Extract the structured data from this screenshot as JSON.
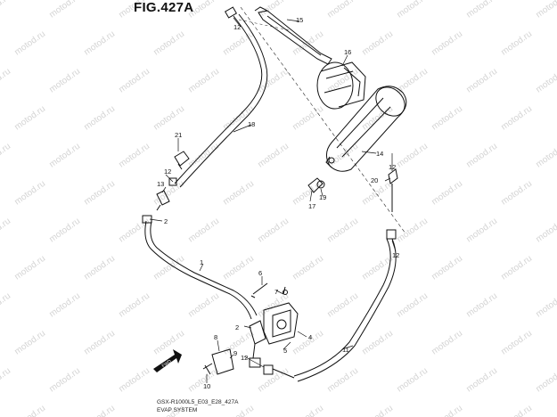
{
  "figure": {
    "title": "FIG.427A",
    "model_code": "GSX-R1000L5_E03_E28_427A",
    "system_name": "EVAP SYSTEM",
    "watermark": "motod.ru",
    "fwd_label": "FWD"
  },
  "callouts": [
    "1",
    "2",
    "2",
    "4",
    "5",
    "6",
    "7",
    "8",
    "9",
    "10",
    "11",
    "12",
    "12",
    "12",
    "12",
    "13",
    "14",
    "15",
    "16",
    "17",
    "18",
    "19",
    "20",
    "21"
  ]
}
